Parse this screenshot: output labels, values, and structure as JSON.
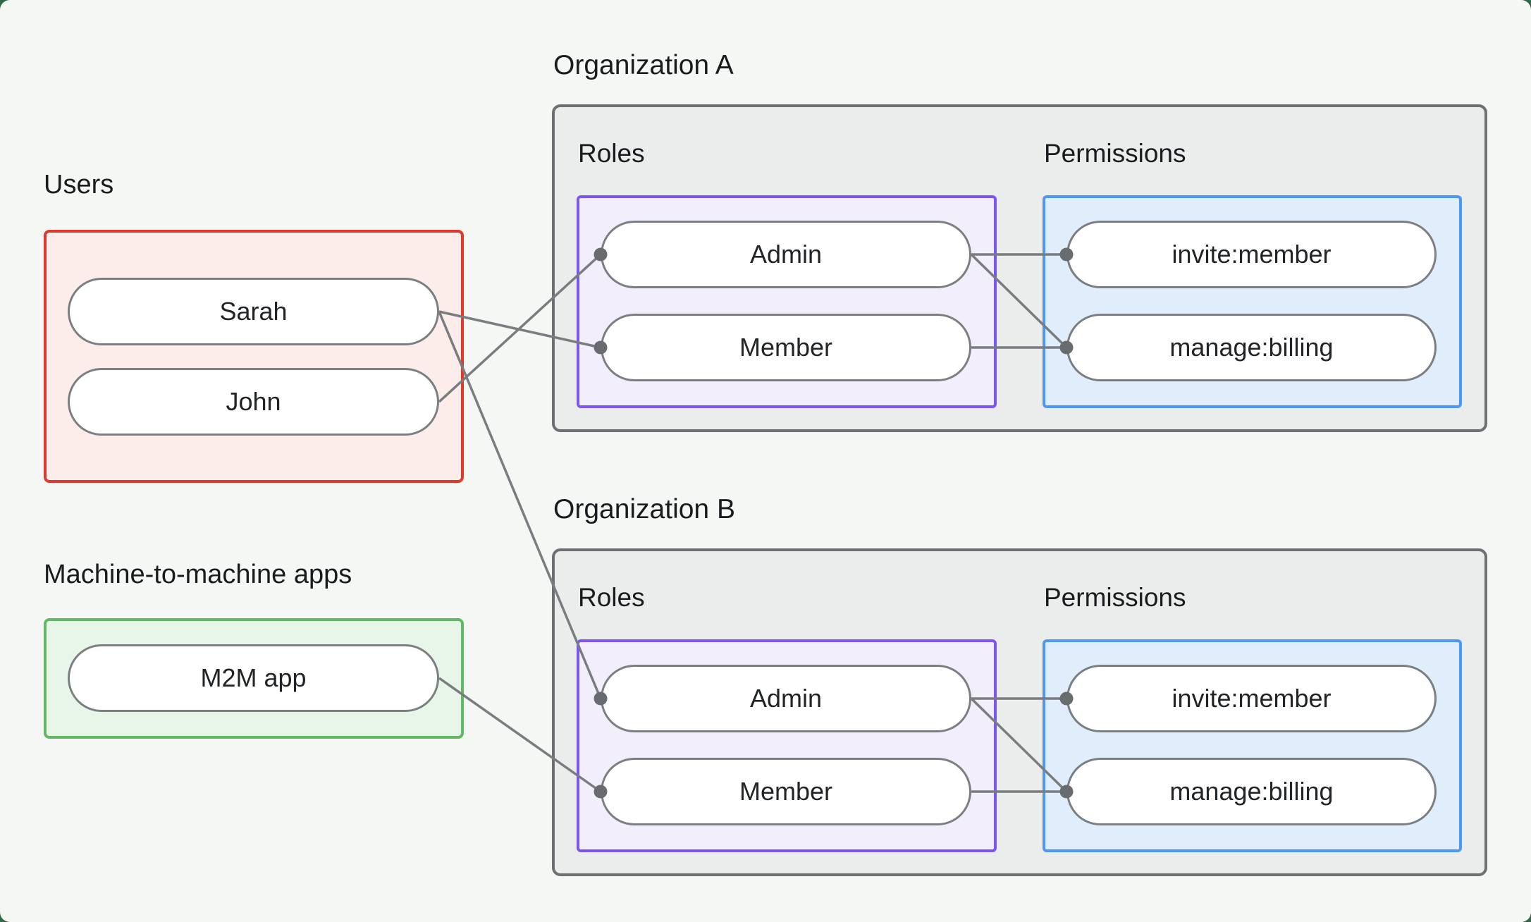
{
  "page": {
    "backdrop_color": "#356849",
    "canvas_color": "#f5f7f4"
  },
  "users_group": {
    "label": "Users",
    "items": [
      "Sarah",
      "John"
    ],
    "border_color": "#dd3a2e",
    "fill_color": "#fcedeb"
  },
  "m2m_group": {
    "label": "Machine-to-machine apps",
    "items": [
      "M2M app"
    ],
    "border_color": "#63b866",
    "fill_color": "#e8f5e9"
  },
  "organizations": [
    {
      "label": "Organization A",
      "roles_label": "Roles",
      "permissions_label": "Permissions",
      "roles": [
        "Admin",
        "Member"
      ],
      "permissions": [
        "invite:member",
        "manage:billing"
      ],
      "roles_border_color": "#7b55f6",
      "roles_fill_color": "#f3eefb",
      "permissions_border_color": "#4d97f7",
      "permissions_fill_color": "#e0eefc",
      "box_border_color": "#6e7173",
      "box_fill_color": "#ebedec"
    },
    {
      "label": "Organization B",
      "roles_label": "Roles",
      "permissions_label": "Permissions",
      "roles": [
        "Admin",
        "Member"
      ],
      "permissions": [
        "invite:member",
        "manage:billing"
      ],
      "roles_border_color": "#7b55f6",
      "roles_fill_color": "#f3eefb",
      "permissions_border_color": "#4d97f7",
      "permissions_fill_color": "#e0eefc",
      "box_border_color": "#6e7173",
      "box_fill_color": "#ebedec"
    }
  ],
  "connections": [
    {
      "from": {
        "group": "users",
        "node": "Sarah"
      },
      "to": {
        "org": "Organization A",
        "type": "role",
        "node": "Member"
      }
    },
    {
      "from": {
        "group": "users",
        "node": "John"
      },
      "to": {
        "org": "Organization A",
        "type": "role",
        "node": "Admin"
      }
    },
    {
      "from": {
        "group": "users",
        "node": "Sarah"
      },
      "to": {
        "org": "Organization B",
        "type": "role",
        "node": "Admin"
      }
    },
    {
      "from": {
        "group": "m2m",
        "node": "M2M app"
      },
      "to": {
        "org": "Organization B",
        "type": "role",
        "node": "Member"
      }
    },
    {
      "from": {
        "org": "Organization A",
        "type": "role",
        "node": "Admin"
      },
      "to": {
        "org": "Organization A",
        "type": "permission",
        "node": "invite:member"
      }
    },
    {
      "from": {
        "org": "Organization A",
        "type": "role",
        "node": "Admin"
      },
      "to": {
        "org": "Organization A",
        "type": "permission",
        "node": "manage:billing"
      }
    },
    {
      "from": {
        "org": "Organization A",
        "type": "role",
        "node": "Member"
      },
      "to": {
        "org": "Organization A",
        "type": "permission",
        "node": "manage:billing"
      }
    },
    {
      "from": {
        "org": "Organization B",
        "type": "role",
        "node": "Admin"
      },
      "to": {
        "org": "Organization B",
        "type": "permission",
        "node": "invite:member"
      }
    },
    {
      "from": {
        "org": "Organization B",
        "type": "role",
        "node": "Admin"
      },
      "to": {
        "org": "Organization B",
        "type": "permission",
        "node": "manage:billing"
      }
    },
    {
      "from": {
        "org": "Organization B",
        "type": "role",
        "node": "Member"
      },
      "to": {
        "org": "Organization B",
        "type": "permission",
        "node": "manage:billing"
      }
    }
  ],
  "wire_style": {
    "line_color": "#797d7f",
    "dot_color": "#686c6f",
    "pill_border_color": "#7b7f82",
    "text_color": "#191c1e"
  }
}
